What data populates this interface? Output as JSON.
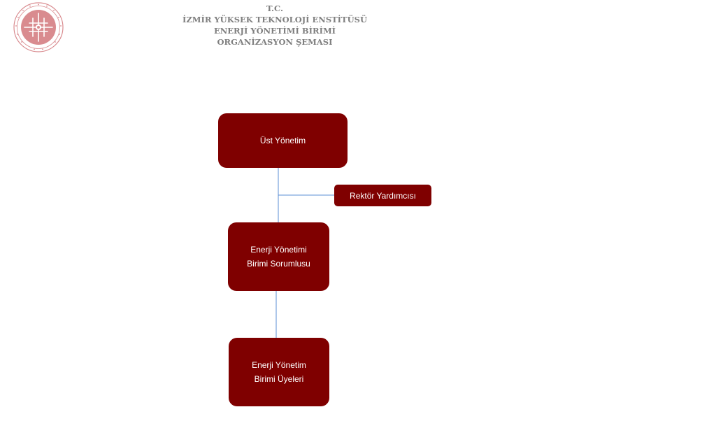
{
  "header": {
    "line1": "T.C.",
    "line2": "İZMİR YÜKSEK TEKNOLOJİ ENSTİTÜSÜ",
    "line3": "ENERJİ YÖNETİMİ BİRİMİ",
    "line4": "ORGANİZASYON ŞEMASI"
  },
  "logo": {
    "icon": "university-seal-icon",
    "color": "#d98b8f"
  },
  "nodes": {
    "ust_yonetim": "Üst Yönetim",
    "rektor_yardimcisi": "Rektör Yardımcısı",
    "birim_sorumlusu": "Enerji Yönetimi\nBirimi Sorumlusu",
    "birim_uyeleri": "Enerji Yönetim\nBirimi Üyeleri"
  },
  "colors": {
    "node_fill": "#7f0000",
    "node_text": "#ffffff",
    "connector": "#5b8fd6",
    "heading_text": "#7f7f7f"
  }
}
